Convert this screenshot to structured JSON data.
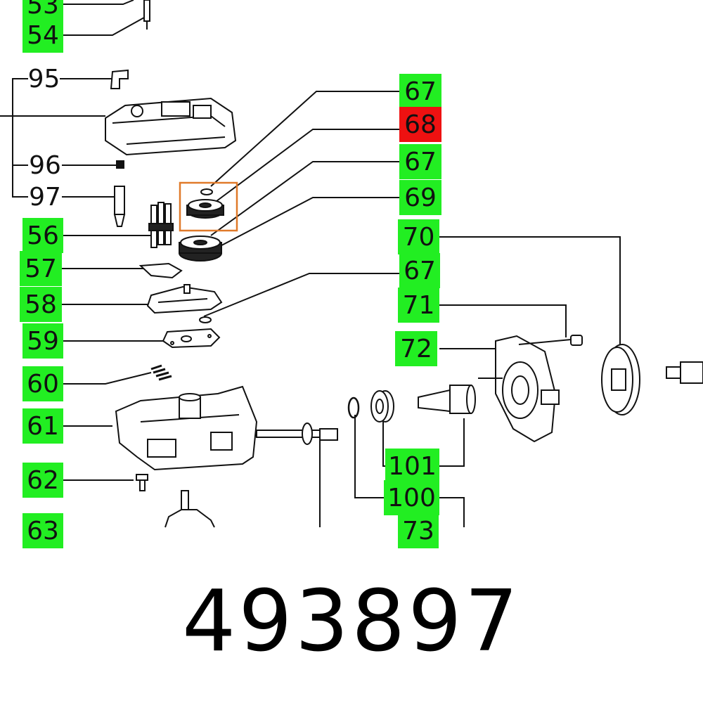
{
  "labels": {
    "l53": "53",
    "l54": "54",
    "l95": "95",
    "l96": "96",
    "l97": "97",
    "l56": "56",
    "l57": "57",
    "l58": "58",
    "l59": "59",
    "l60": "60",
    "l61": "61",
    "l62": "62",
    "l63": "63",
    "l67a": "67",
    "l68": "68",
    "l67b": "67",
    "l69": "69",
    "l70": "70",
    "l67c": "67",
    "l71": "71",
    "l72": "72",
    "l101": "101",
    "l100": "100",
    "l73": "73"
  },
  "highlighted_part": "68",
  "part_number": "493897",
  "colors": {
    "label_green": "#22ee22",
    "label_red": "#ee1111",
    "highlight_box": "#e07a2a",
    "line": "#111111"
  }
}
